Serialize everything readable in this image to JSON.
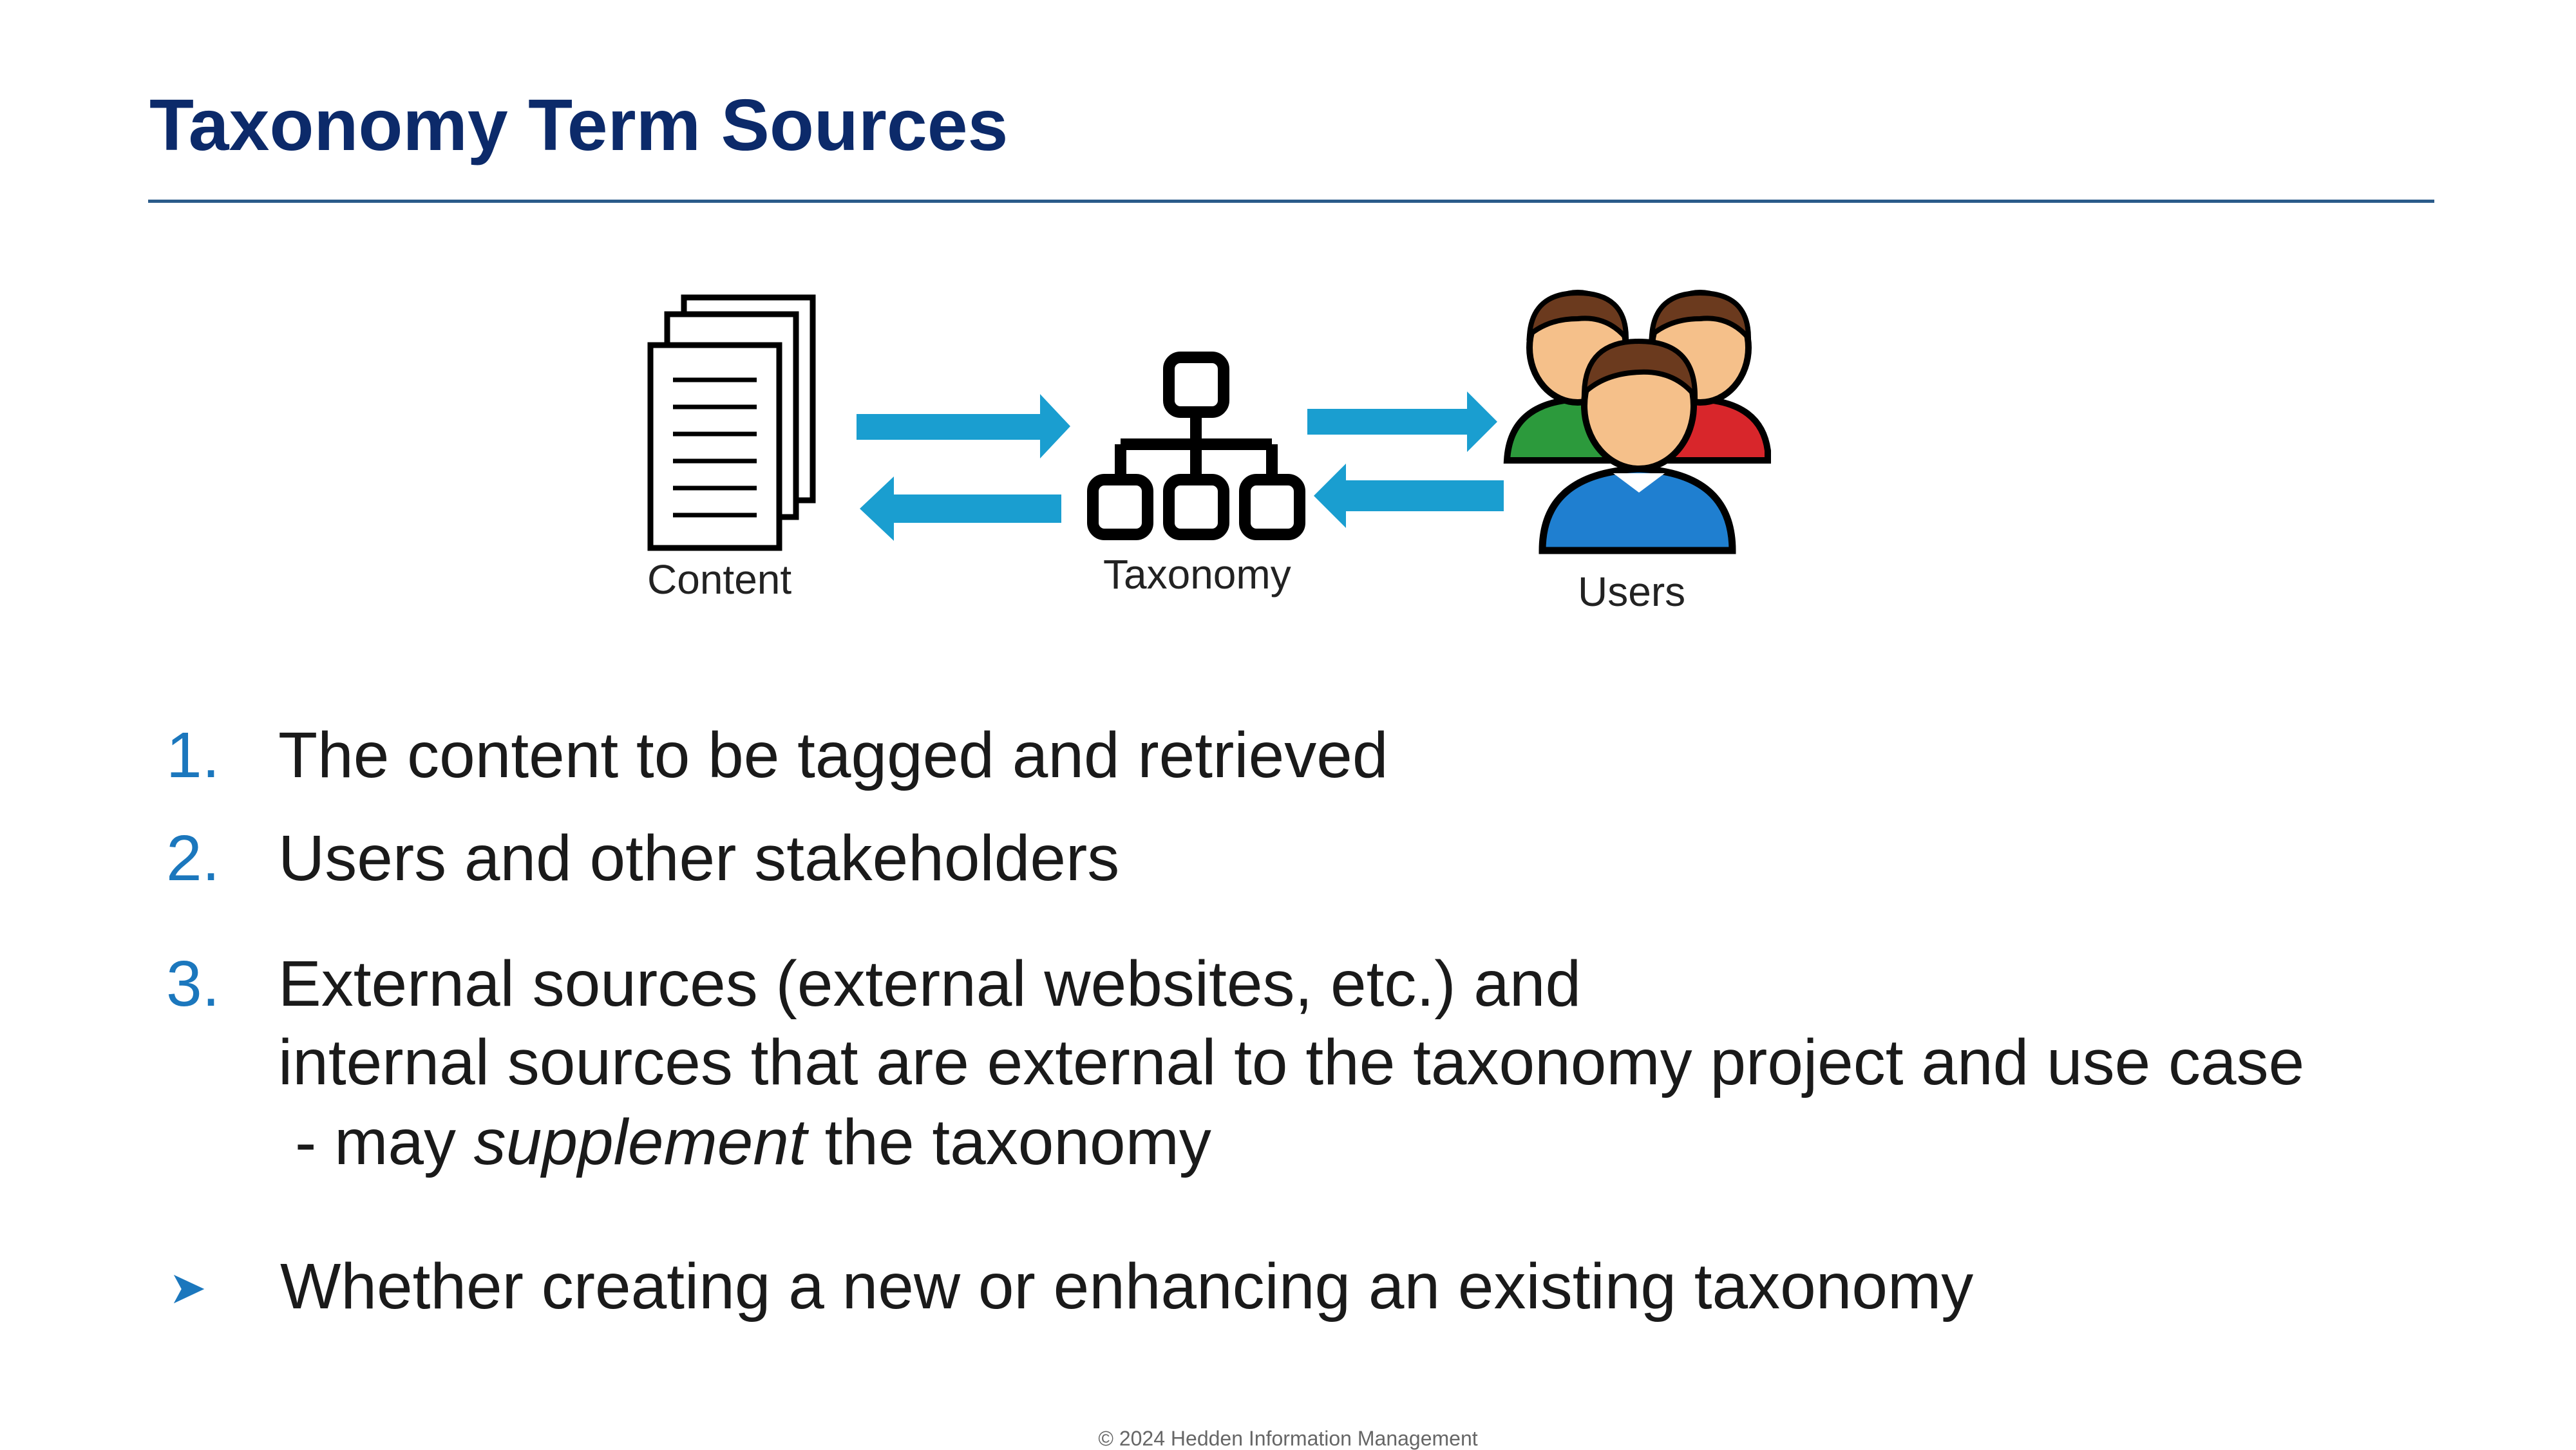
{
  "slide": {
    "title": "Taxonomy Term Sources"
  },
  "diagram": {
    "content_label": "Content",
    "taxonomy_label": "Taxonomy",
    "users_label": "Users",
    "arrow_color": "#1a9ed0"
  },
  "list": {
    "items": [
      {
        "number": "1.",
        "text": "The content to be tagged and retrieved"
      },
      {
        "number": "2.",
        "text": "Users and other stakeholders"
      },
      {
        "number": "3.",
        "line1": "External sources (external websites, etc.) and",
        "line2": "internal sources that are external to the taxonomy project and use case",
        "line3_prefix": "- may ",
        "line3_emphasis": "supplement",
        "line3_suffix": " the taxonomy"
      }
    ],
    "bullet": {
      "marker": "➤",
      "text": "Whether creating a new or enhancing an existing taxonomy"
    }
  },
  "footer": {
    "copyright": "© 2024 Hedden Information Management"
  },
  "colors": {
    "title": "#0c2a6a",
    "numbers": "#1b77bd",
    "rule": "#2b5b8a"
  }
}
